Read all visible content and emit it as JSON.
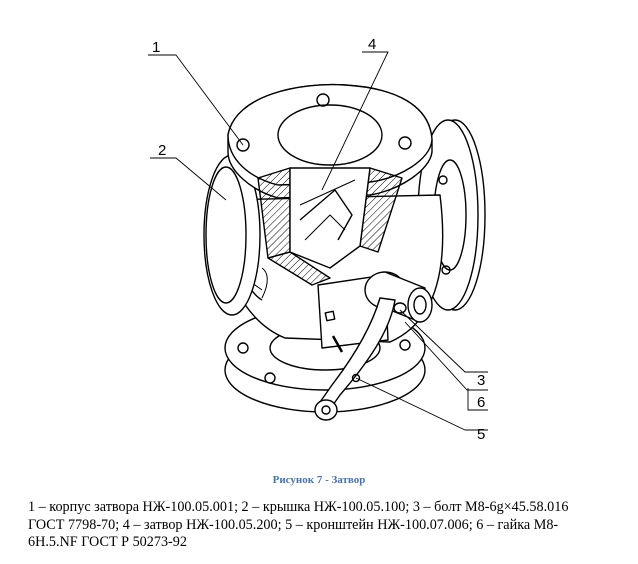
{
  "figure": {
    "callouts": [
      "1",
      "2",
      "3",
      "4",
      "5",
      "6"
    ],
    "caption": "Рисунок 7 - Затвор"
  },
  "legend": {
    "lines": [
      "1 – корпус затвора НЖ-100.05.001; 2 – крышка НЖ-100.05.100; 3 – болт М8-6g×45.58.016",
      "ГОСТ 7798-70; 4 – затвор НЖ-100.05.200; 5 – кронштейн НЖ-100.07.006; 6 – гайка М8-",
      "6Н.5.NF ГОСТ Р 50273-92"
    ]
  }
}
